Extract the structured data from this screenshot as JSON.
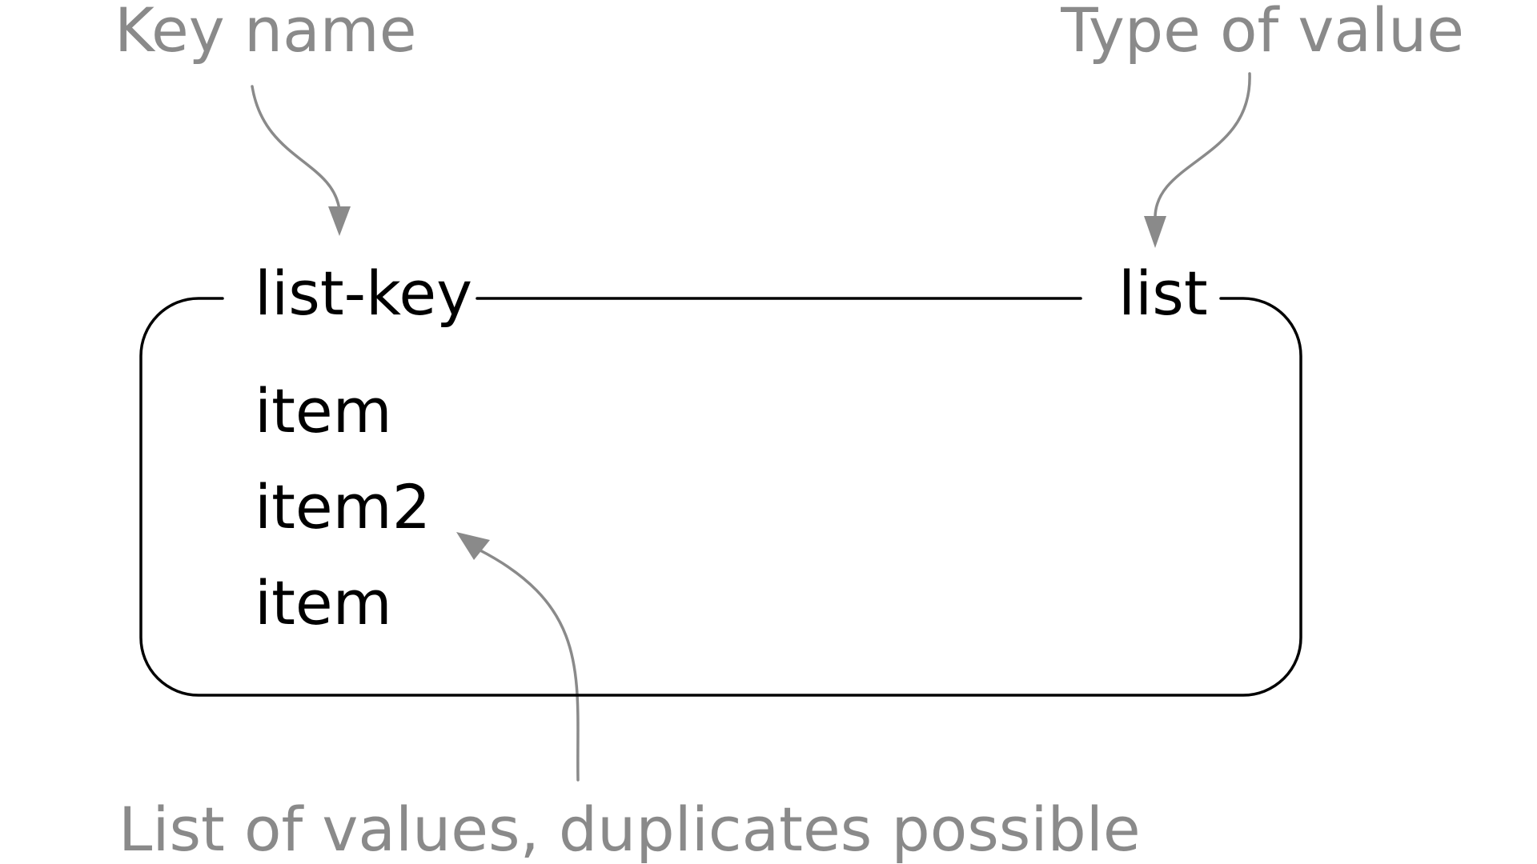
{
  "annotations": {
    "key_name": "Key name",
    "type_of_value": "Type of value",
    "list_of_values": "List of values, duplicates possible"
  },
  "box": {
    "key": "list-key",
    "type": "list",
    "items": [
      "item",
      "item2",
      "item"
    ]
  },
  "colors": {
    "annotation": "#8a8a8a",
    "content": "#000000",
    "background": "#ffffff"
  }
}
